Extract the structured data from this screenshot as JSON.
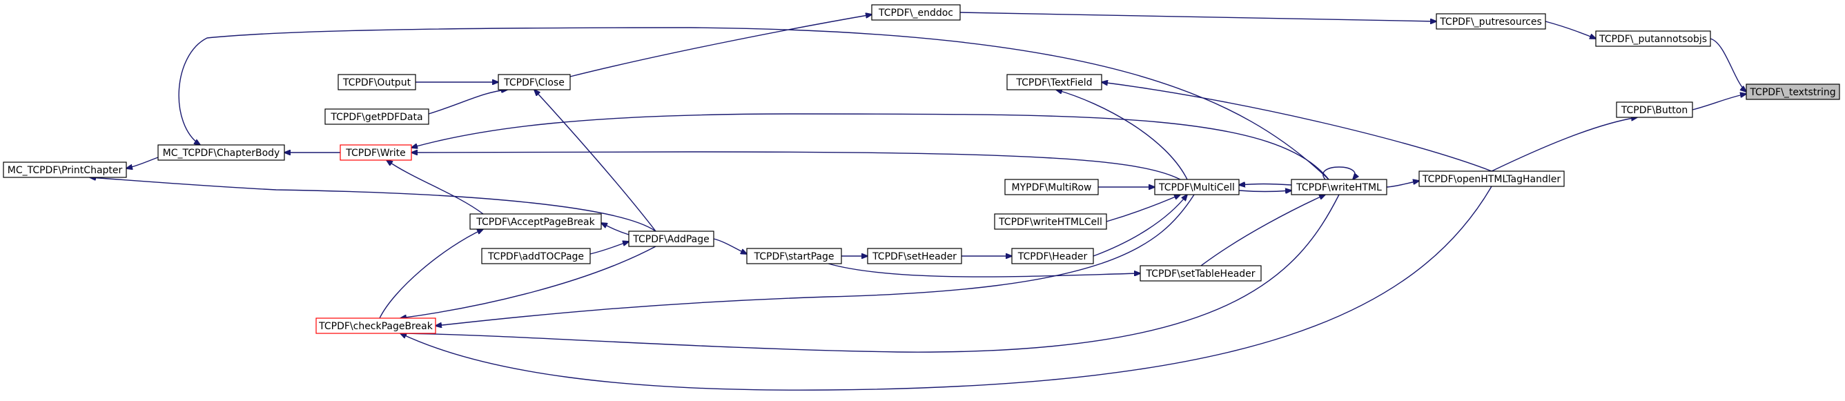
{
  "nodes": {
    "n_textstring": {
      "label": "TCPDF\\_textstring",
      "style": "focus"
    },
    "n_putannotsobjs": {
      "label": "TCPDF\\_putannotsobjs",
      "style": "normal"
    },
    "n_putresources": {
      "label": "TCPDF\\_putresources",
      "style": "normal"
    },
    "n_enddoc": {
      "label": "TCPDF\\_enddoc",
      "style": "normal"
    },
    "n_button": {
      "label": "TCPDF\\Button",
      "style": "normal"
    },
    "n_openhtml": {
      "label": "TCPDF\\openHTMLTagHandler",
      "style": "normal"
    },
    "n_textfield": {
      "label": "TCPDF\\TextField",
      "style": "normal"
    },
    "n_writehtml": {
      "label": "TCPDF\\writeHTML",
      "style": "normal"
    },
    "n_multicell": {
      "label": "TCPDF\\MultiCell",
      "style": "normal"
    },
    "n_multirow": {
      "label": "MYPDF\\MultiRow",
      "style": "normal"
    },
    "n_writehtmlcell": {
      "label": "TCPDF\\writeHTMLCell",
      "style": "normal"
    },
    "n_header": {
      "label": "TCPDF\\Header",
      "style": "normal"
    },
    "n_settableheader": {
      "label": "TCPDF\\setTableHeader",
      "style": "normal"
    },
    "n_setheader": {
      "label": "TCPDF\\setHeader",
      "style": "normal"
    },
    "n_startpage": {
      "label": "TCPDF\\startPage",
      "style": "normal"
    },
    "n_addpage": {
      "label": "TCPDF\\AddPage",
      "style": "normal"
    },
    "n_acceptpagebreak": {
      "label": "TCPDF\\AcceptPageBreak",
      "style": "normal"
    },
    "n_addtocpage": {
      "label": "TCPDF\\addTOCPage",
      "style": "normal"
    },
    "n_checkpagebreak": {
      "label": "TCPDF\\checkPageBreak",
      "style": "red"
    },
    "n_write": {
      "label": "TCPDF\\Write",
      "style": "red"
    },
    "n_close": {
      "label": "TCPDF\\Close",
      "style": "normal"
    },
    "n_output": {
      "label": "TCPDF\\Output",
      "style": "normal"
    },
    "n_getpdfdata": {
      "label": "TCPDF\\getPDFData",
      "style": "normal"
    },
    "n_chapterbody": {
      "label": "MC_TCPDF\\ChapterBody",
      "style": "normal"
    },
    "n_printchapter": {
      "label": "MC_TCPDF\\PrintChapter",
      "style": "normal"
    }
  },
  "edges": [
    {
      "from": "n_putannotsobjs",
      "to": "n_textstring"
    },
    {
      "from": "n_button",
      "to": "n_textstring"
    },
    {
      "from": "n_putresources",
      "to": "n_putannotsobjs"
    },
    {
      "from": "n_enddoc",
      "to": "n_putresources"
    },
    {
      "from": "n_close",
      "to": "n_enddoc"
    },
    {
      "from": "n_openhtml",
      "to": "n_button"
    },
    {
      "from": "n_openhtml",
      "to": "n_textfield"
    },
    {
      "from": "n_openhtml",
      "to": "n_checkpagebreak"
    },
    {
      "from": "n_writehtml",
      "to": "n_openhtml"
    },
    {
      "from": "n_writehtml",
      "to": "n_writehtml"
    },
    {
      "from": "n_writehtml",
      "to": "n_multicell"
    },
    {
      "from": "n_writehtml",
      "to": "n_write"
    },
    {
      "from": "n_writehtml",
      "to": "n_checkpagebreak"
    },
    {
      "from": "n_writehtml",
      "to": "n_chapterbody"
    },
    {
      "from": "n_multicell",
      "to": "n_writehtml"
    },
    {
      "from": "n_multicell",
      "to": "n_textfield"
    },
    {
      "from": "n_multicell",
      "to": "n_write"
    },
    {
      "from": "n_multicell",
      "to": "n_checkpagebreak"
    },
    {
      "from": "n_multirow",
      "to": "n_multicell"
    },
    {
      "from": "n_writehtmlcell",
      "to": "n_multicell"
    },
    {
      "from": "n_header",
      "to": "n_multicell"
    },
    {
      "from": "n_settableheader",
      "to": "n_writehtml"
    },
    {
      "from": "n_setheader",
      "to": "n_header"
    },
    {
      "from": "n_startpage",
      "to": "n_setheader"
    },
    {
      "from": "n_startpage",
      "to": "n_settableheader"
    },
    {
      "from": "n_addpage",
      "to": "n_startpage"
    },
    {
      "from": "n_addpage",
      "to": "n_close"
    },
    {
      "from": "n_addpage",
      "to": "n_acceptpagebreak"
    },
    {
      "from": "n_addpage",
      "to": "n_checkpagebreak"
    },
    {
      "from": "n_addpage",
      "to": "n_printchapter"
    },
    {
      "from": "n_addtocpage",
      "to": "n_addpage"
    },
    {
      "from": "n_acceptpagebreak",
      "to": "n_write"
    },
    {
      "from": "n_checkpagebreak",
      "to": "n_acceptpagebreak"
    },
    {
      "from": "n_write",
      "to": "n_chapterbody"
    },
    {
      "from": "n_output",
      "to": "n_close"
    },
    {
      "from": "n_getpdfdata",
      "to": "n_close"
    },
    {
      "from": "n_chapterbody",
      "to": "n_printchapter"
    }
  ]
}
